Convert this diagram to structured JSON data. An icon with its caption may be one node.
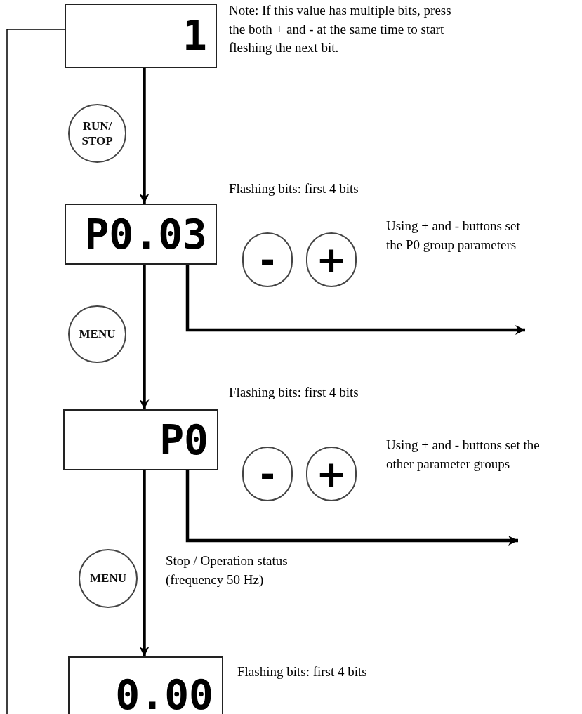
{
  "diagram": {
    "nodes": [
      {
        "text": [
          "1"
        ]
      },
      {
        "text": [
          "RUN/ STOP"
        ]
      },
      {
        "text": [
          "P0.03"
        ]
      },
      {
        "text": [
          "MENU"
        ]
      },
      {
        "text": [
          "-"
        ]
      },
      {
        "text": [
          "+"
        ]
      },
      {
        "text": [
          "P0"
        ]
      },
      {
        "text": [
          "MENU"
        ]
      },
      {
        "text": [
          "-"
        ]
      },
      {
        "text": [
          "+"
        ]
      },
      {
        "text": [
          "0.00"
        ]
      }
    ],
    "edges": [
      {
        "from": 0,
        "to": 2,
        "arrow": "to"
      },
      {
        "from": 2,
        "to": 6,
        "arrow": "to"
      },
      {
        "from": 6,
        "to": 10,
        "arrow": "to"
      },
      {
        "from": 2,
        "to": null,
        "arrow": "to"
      },
      {
        "from": 6,
        "to": null,
        "arrow": "to"
      },
      {
        "from": 0,
        "to": null,
        "arrow": "none"
      }
    ],
    "labels": [
      "Note: If this value has multiple bits, press the both + and - at the same time to start fleshing the next bit.",
      "Flashing bits: first 4 bits",
      "Using + and - buttons set the P0 group parameters",
      "Flashing bits: first 4 bits",
      "Using + and - buttons set the other parameter groups",
      "Stop / Operation status (frequency 50 Hz)",
      "Flashing bits: first 4 bits"
    ]
  }
}
